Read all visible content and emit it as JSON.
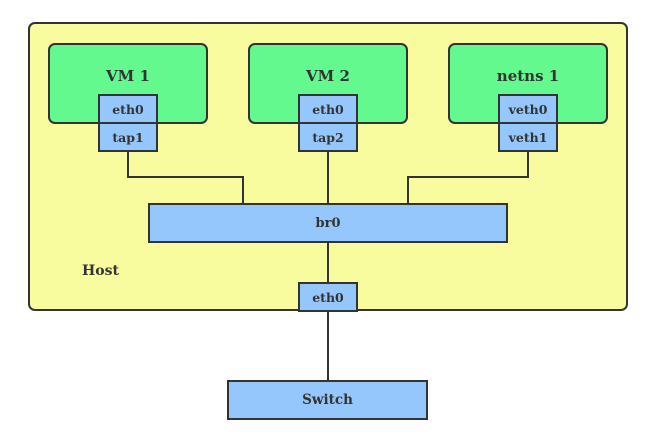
{
  "diagram": {
    "host": {
      "label": "Host"
    },
    "groups": [
      {
        "label": "VM 1",
        "interfaces": [
          {
            "label": "eth0"
          },
          {
            "label": "tap1"
          }
        ]
      },
      {
        "label": "VM 2",
        "interfaces": [
          {
            "label": "eth0"
          },
          {
            "label": "tap2"
          }
        ]
      },
      {
        "label": "netns 1",
        "interfaces": [
          {
            "label": "veth0"
          },
          {
            "label": "veth1"
          }
        ]
      }
    ],
    "bridge": {
      "label": "br0"
    },
    "host_interface": {
      "label": "eth0"
    },
    "switch": {
      "label": "Switch"
    }
  },
  "colors": {
    "host_fill": "#F8FB9E",
    "group_fill": "#63F98F",
    "node_fill": "#95C7FC",
    "border": "#333333",
    "text": "#333333",
    "canvas": "#FFFFFF"
  }
}
